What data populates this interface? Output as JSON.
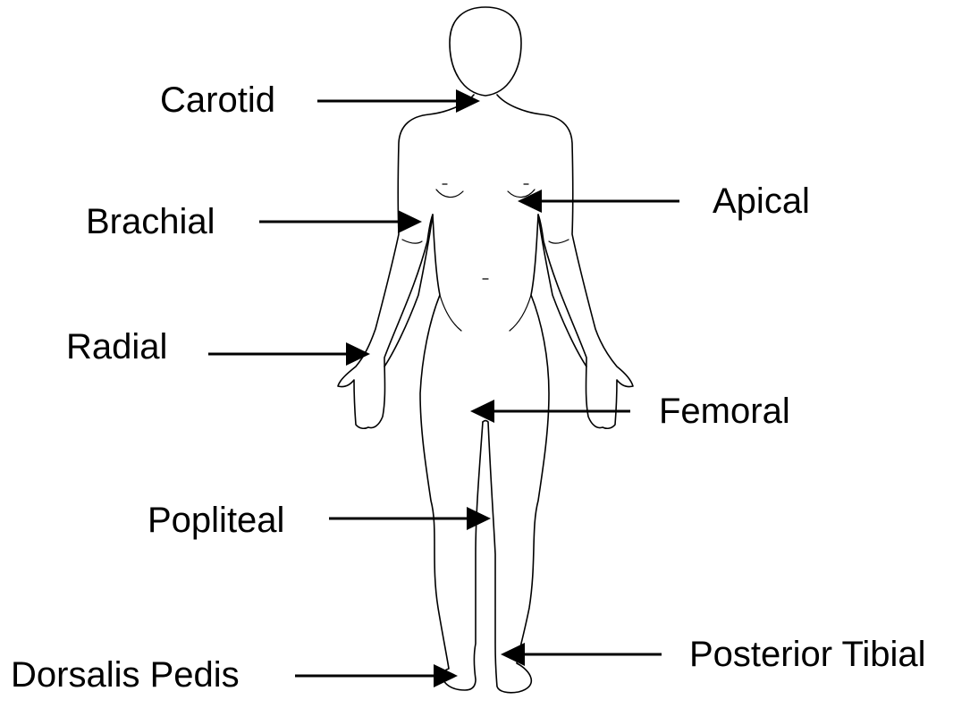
{
  "labels": {
    "carotid": "Carotid",
    "brachial": "Brachial",
    "radial": "Radial",
    "popliteal": "Popliteal",
    "dorsalis_pedis": "Dorsalis Pedis",
    "apical": "Apical",
    "femoral": "Femoral",
    "posterior_tibial": "Posterior Tibial"
  },
  "colors": {
    "background": "#ffffff",
    "line": "#000000"
  }
}
